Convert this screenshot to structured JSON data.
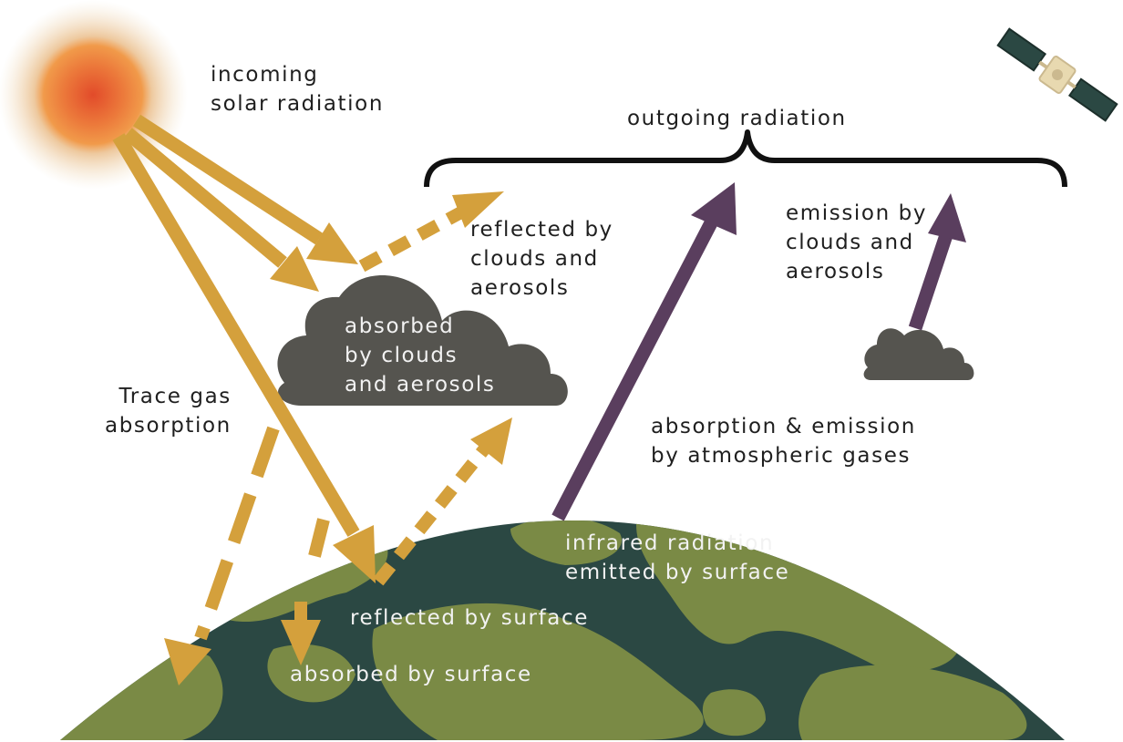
{
  "labels": {
    "incoming": "incoming\nsolar radiation",
    "outgoing": "outgoing radiation",
    "reflected_clouds": "reflected by\nclouds and\naerosols",
    "absorbed_clouds": "absorbed\nby clouds\nand aerosols",
    "emission_clouds": "emission by\nclouds and\naerosols",
    "trace_gas": "Trace gas\nabsorption",
    "atmos_gases": "absorption & emission\nby atmospheric gases",
    "infrared": "infrared radiation\nemitted by surface",
    "reflected_surface": "reflected by surface",
    "absorbed_surface": "absorbed by surface"
  },
  "colors": {
    "solar_arrow": "#d4a03c",
    "infrared_arrow": "#5a3e5e",
    "cloud": "#55544f",
    "ocean": "#2b4843",
    "land": "#7a8a45",
    "sun_core": "#e0572e",
    "sun_mid": "#ef9a47",
    "sun_halo": "#e9d8b6",
    "bracket": "#111111"
  },
  "icons": [
    "sun-icon",
    "satellite-icon",
    "cloud-icon",
    "earth-icon"
  ]
}
